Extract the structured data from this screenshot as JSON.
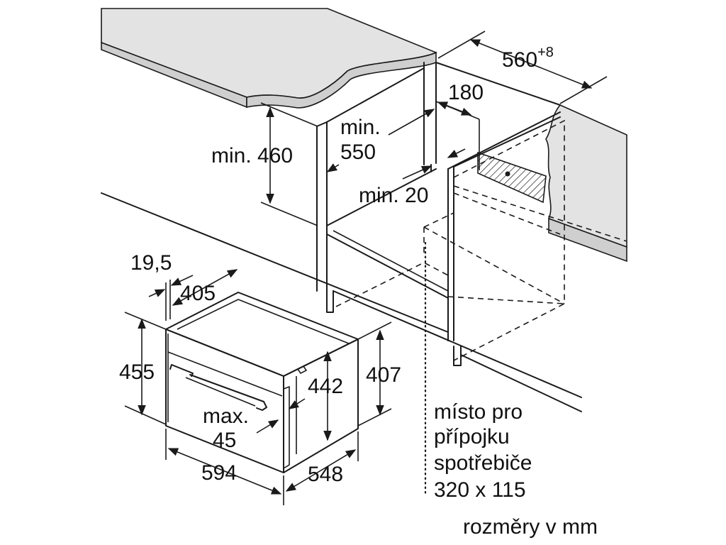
{
  "colors": {
    "line": "#1a1a1a",
    "worktop_top": "#e3e3e3",
    "worktop_edge": "#cfcfcf",
    "background": "#ffffff"
  },
  "labels": {
    "niche_depth_base": "560",
    "niche_depth_sup": "+8",
    "gap_180": "180",
    "min_460": "min. 460",
    "min_550_line1": "min.",
    "min_550_line2": "550",
    "min_20": "min. 20",
    "dim_19_5": "19,5",
    "dim_405": "405",
    "dim_455": "455",
    "dim_442": "442",
    "dim_407": "407",
    "max45_line1": "max.",
    "max45_line2": "45",
    "dim_594": "594",
    "dim_548": "548"
  },
  "connection_note": [
    "místo pro",
    "přípojku",
    "spotřebiče",
    "320 x 115"
  ],
  "units_note": "rozměry v mm"
}
